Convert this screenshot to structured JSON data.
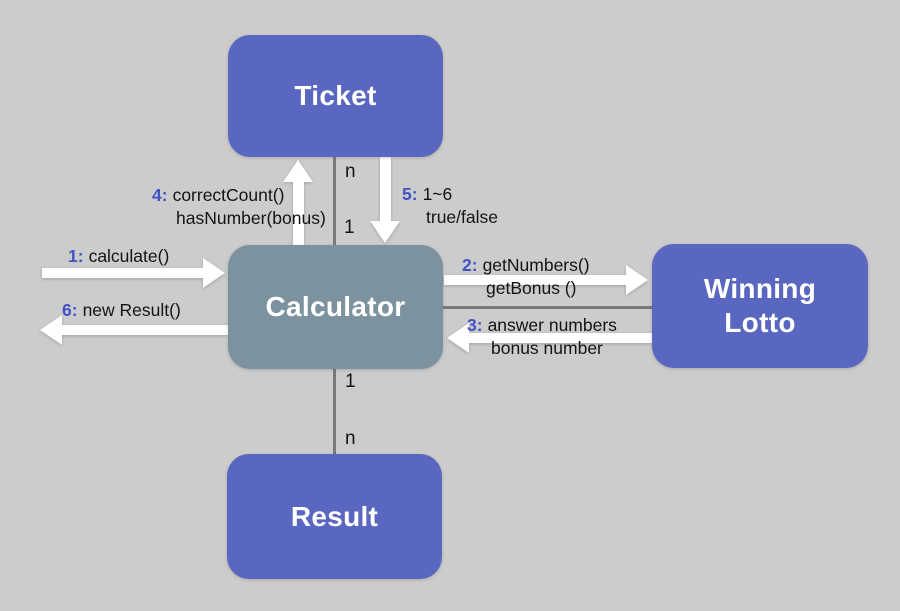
{
  "colors": {
    "background": "#cccccc",
    "node": "#5a67c0",
    "calculator_node": "#7c929e",
    "number": "#4152c6",
    "line": "#7a7a7a",
    "arrow": "#ffffff",
    "label_text": "#141414",
    "node_text": "#ffffff"
  },
  "nodes": {
    "ticket": {
      "label": "Ticket"
    },
    "calculator": {
      "label": "Calculator"
    },
    "winning_lotto": {
      "line1": "Winning",
      "line2": "Lotto"
    },
    "result": {
      "label": "Result"
    }
  },
  "multiplicities": {
    "ticket_calculator": {
      "near_ticket": "n",
      "near_calculator": "1"
    },
    "calculator_result": {
      "near_calculator": "1",
      "near_result": "n"
    }
  },
  "messages": {
    "m1": {
      "num": "1:",
      "line1": "calculate()"
    },
    "m2": {
      "num": "2:",
      "line1": "getNumbers()",
      "line2": "getBonus ()"
    },
    "m3": {
      "num": "3:",
      "line1": "answer numbers",
      "line2": "bonus number"
    },
    "m4": {
      "num": "4:",
      "line1": "correctCount()",
      "line2": "hasNumber(bonus)"
    },
    "m5": {
      "num": "5:",
      "line1": "1~6",
      "line2": "true/false"
    },
    "m6": {
      "num": "6:",
      "line1": "new Result()"
    }
  }
}
